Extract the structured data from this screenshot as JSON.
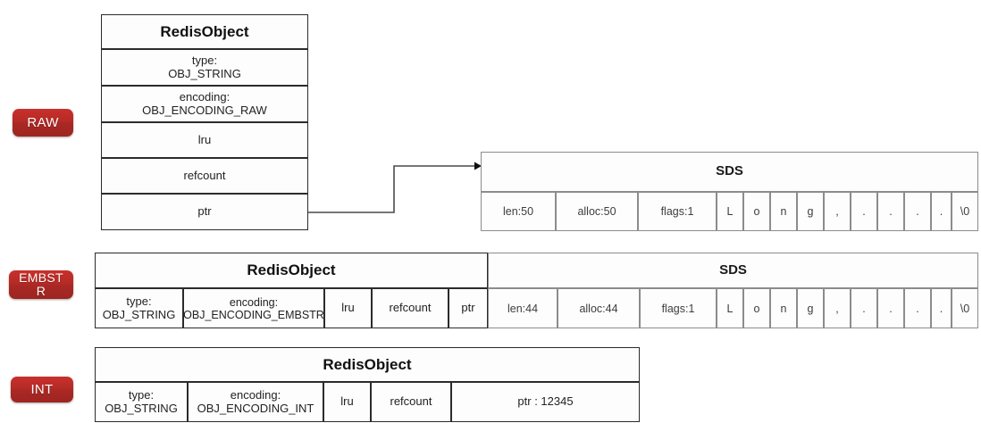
{
  "diagram": {
    "title_redis_object": "RedisObject",
    "title_sds": "SDS"
  },
  "badges": {
    "raw": "RAW",
    "embstr": "EMBSTR",
    "int": "INT"
  },
  "raw_section": {
    "object_title": "RedisObject",
    "fields": [
      {
        "label": "type:\nOBJ_STRING"
      },
      {
        "label": "encoding:\nOBJ_ENCODING_RAW"
      },
      {
        "label": "lru"
      },
      {
        "label": "refcount"
      },
      {
        "label": "ptr"
      }
    ],
    "sds_title": "SDS",
    "sds_headers": [
      "len:50",
      "alloc:50",
      "flags:1"
    ],
    "sds_chars": [
      "L",
      "o",
      "n",
      "g",
      ",",
      ".",
      ".",
      ".",
      ".",
      "\\0"
    ]
  },
  "embstr_section": {
    "object_title": "RedisObject",
    "fields": [
      {
        "label": "type:\nOBJ_STRING"
      },
      {
        "label": "encoding:\nOBJ_ENCODING_EMBSTR"
      },
      {
        "label": "lru"
      },
      {
        "label": "refcount"
      },
      {
        "label": "ptr"
      }
    ],
    "sds_title": "SDS",
    "sds_headers": [
      "len:44",
      "alloc:44",
      "flags:1"
    ],
    "sds_chars": [
      "L",
      "o",
      "n",
      "g",
      ",",
      ".",
      ".",
      ".",
      ".",
      "\\0"
    ]
  },
  "int_section": {
    "object_title": "RedisObject",
    "fields": [
      {
        "label": "type:\nOBJ_STRING"
      },
      {
        "label": "encoding:\nOBJ_ENCODING_INT"
      },
      {
        "label": "lru"
      },
      {
        "label": "refcount"
      },
      {
        "label": "ptr : 12345"
      }
    ]
  },
  "colors": {
    "badge_red": "#b52b26",
    "border_dark": "#2b2b2b",
    "border_light": "#8c8c8c"
  }
}
